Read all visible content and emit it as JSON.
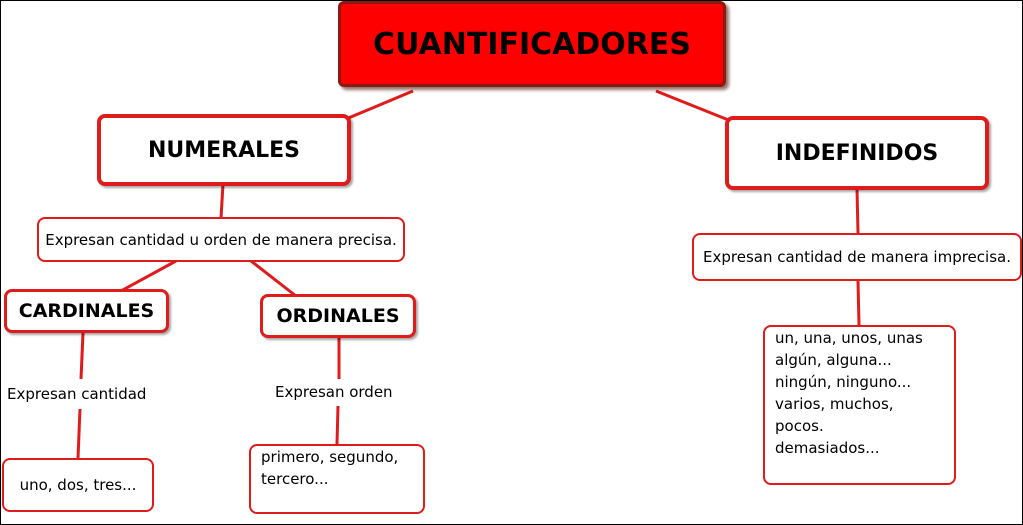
{
  "root": {
    "title": "CUANTIFICADORES"
  },
  "numerales": {
    "title": "NUMERALES",
    "description": "Expresan cantidad u orden de manera precisa.",
    "cardinales": {
      "title": "CARDINALES",
      "description": "Expresan cantidad",
      "examples": "uno, dos, tres..."
    },
    "ordinales": {
      "title": "ORDINALES",
      "description": "Expresan orden",
      "examples_line1": "primero, segundo,",
      "examples_line2": "tercero..."
    }
  },
  "indefinidos": {
    "title": "INDEFINIDOS",
    "description": "Expresan cantidad de manera imprecisa.",
    "examples": [
      "un, una, unos, unas",
      "algún, alguna...",
      "ningún, ninguno...",
      "varios, muchos, pocos.",
      "demasiados..."
    ]
  },
  "colors": {
    "root_fill": "#ff0000",
    "border": "#e01b1b",
    "root_border": "#8b1a10"
  }
}
